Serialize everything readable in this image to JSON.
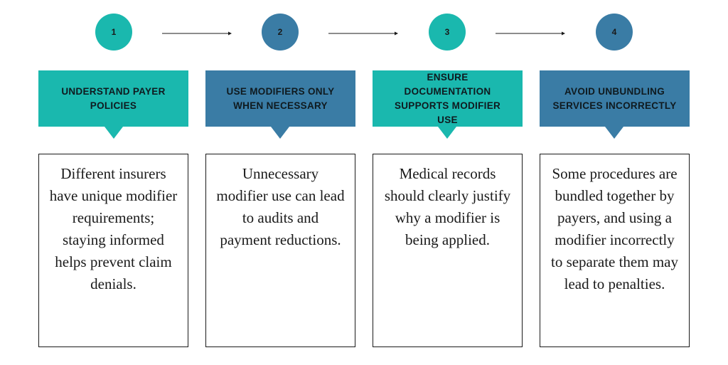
{
  "colors": {
    "teal": "#1ab8ae",
    "blue": "#3a7ca5",
    "text": "#1a1a1a"
  },
  "steps": [
    {
      "number": "1",
      "title": "UNDERSTAND PAYER POLICIES",
      "description": "Different insurers have unique modifier requirements; staying informed helps prevent claim denials.",
      "color": "teal"
    },
    {
      "number": "2",
      "title": "USE MODIFIERS ONLY WHEN NECESSARY",
      "description": "Unnecessary modifier use can lead to audits and payment reductions.",
      "color": "blue"
    },
    {
      "number": "3",
      "title": "ENSURE DOCUMENTATION SUPPORTS MODIFIER USE",
      "description": "Medical records should clearly justify why a modifier is being applied.",
      "color": "teal"
    },
    {
      "number": "4",
      "title": "AVOID UNBUNDLING SERVICES INCORRECTLY",
      "description": "Some procedures are bundled together by payers, and using a modifier incorrectly to separate them may lead to penalties.",
      "color": "blue"
    }
  ]
}
